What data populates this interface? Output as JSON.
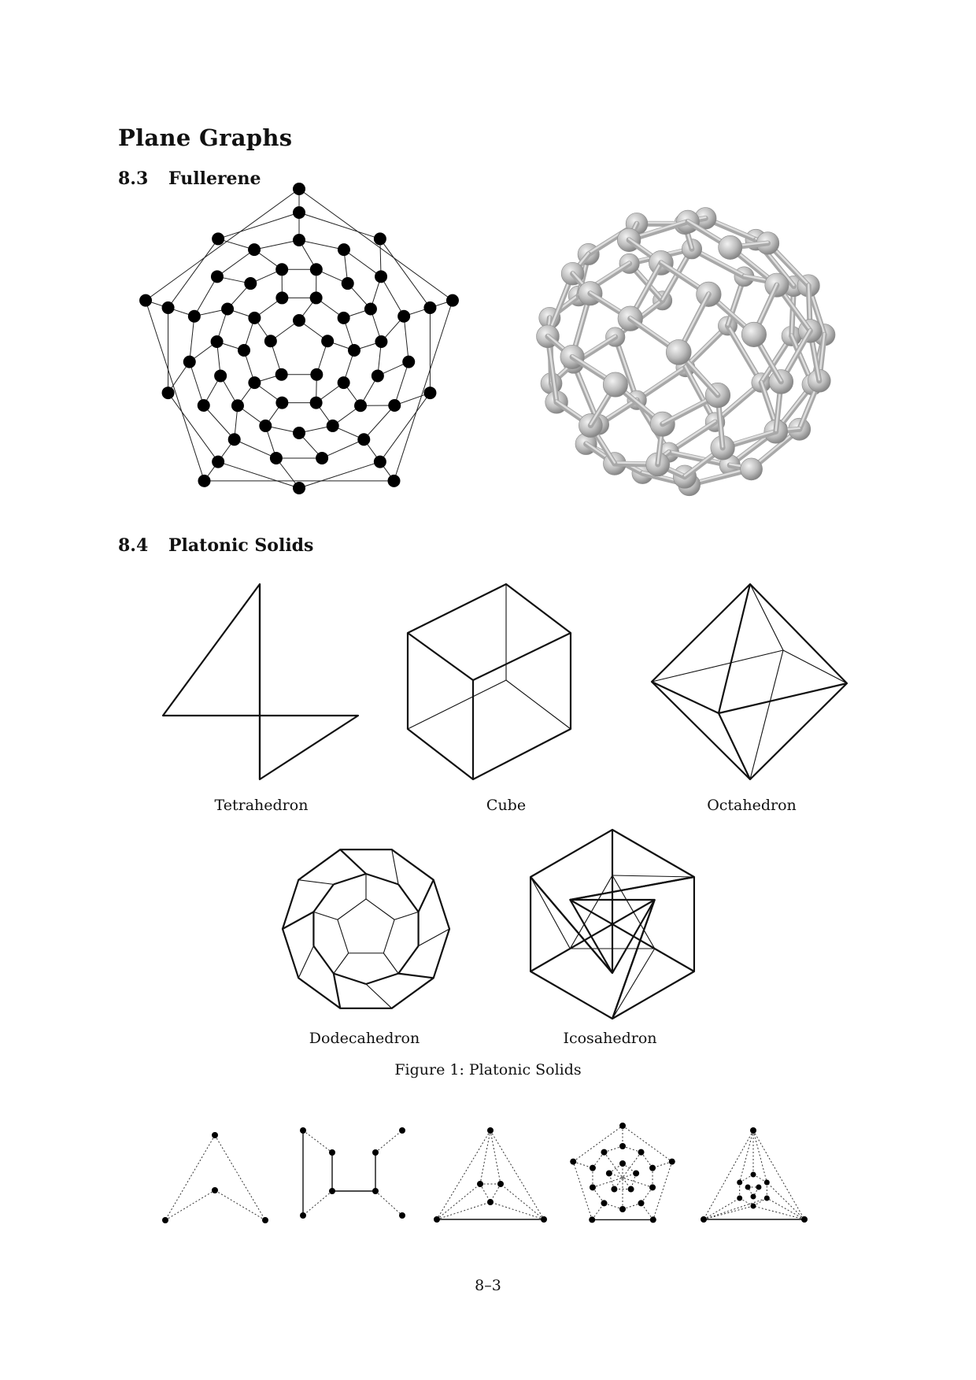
{
  "page": {
    "title": "Plane Graphs",
    "page_number": "8–3"
  },
  "sections": [
    {
      "number": "8.3",
      "title": "Fullerene"
    },
    {
      "number": "8.4",
      "title": "Platonic Solids"
    }
  ],
  "platonic_solids": {
    "labels": [
      "Tetrahedron",
      "Cube",
      "Octahedron",
      "Dodecahedron",
      "Icosahedron"
    ],
    "figure_caption": "Figure 1: Platonic Solids"
  },
  "colors": {
    "ink": "#111111",
    "ball": "#b8b8b8",
    "bond": "#a8a8a8"
  }
}
